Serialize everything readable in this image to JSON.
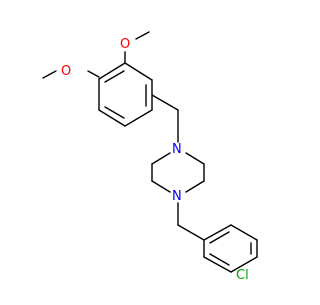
{
  "molecule": {
    "atom_labels": {
      "o_upper": "O",
      "o_lower": "O",
      "n_upper": "N",
      "n_lower": "N",
      "cl": "Cl"
    },
    "colors": {
      "bond": "#000000",
      "oxygen": "#ff0000",
      "nitrogen": "#0000ff",
      "chlorine": "#00a000",
      "background": "#ffffff"
    }
  }
}
